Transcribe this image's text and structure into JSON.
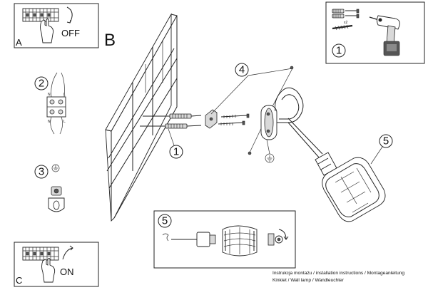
{
  "panel_a": {
    "letter": "A",
    "switch_text": "OFF"
  },
  "panel_c": {
    "letter": "C",
    "switch_text": "ON"
  },
  "panel_b": {
    "letter": "B"
  },
  "tools": {
    "step": "1",
    "quantity": "x2"
  },
  "steps": {
    "wires": "2",
    "ground": "3",
    "bracket": "4",
    "anchors": "1",
    "shade": "5",
    "shade_detail": "5"
  },
  "wire_terminals": {
    "neutral": "N",
    "live": "L"
  },
  "caption": {
    "line1": "Instrukcja montażu / installation instructions / Montageanleitung",
    "line2": "Kinkiet / Wall lamp / Wandleuchter"
  }
}
